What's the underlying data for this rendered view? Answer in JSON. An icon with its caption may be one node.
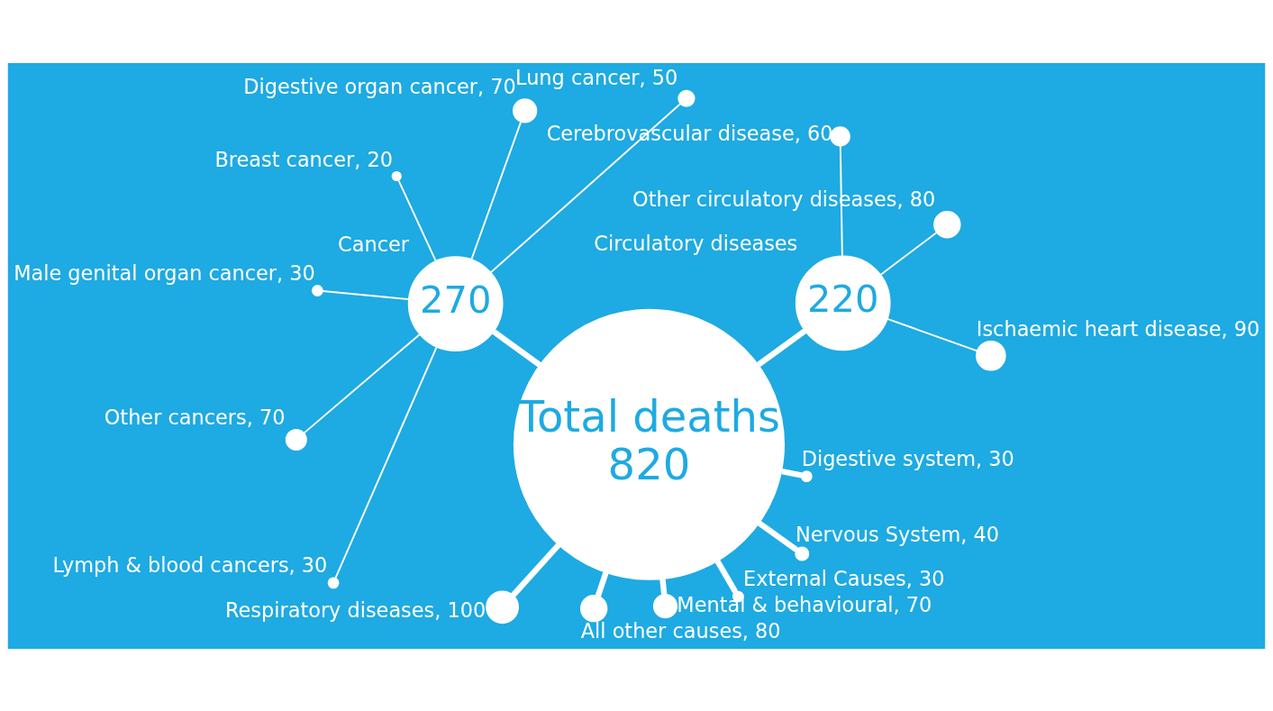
{
  "diagram": {
    "nodes": [
      {
        "text": [
          "Total deaths",
          "820"
        ]
      },
      {
        "text": [
          "220"
        ],
        "beside": [
          "Circulatory diseases"
        ]
      },
      {
        "text": [
          "270"
        ],
        "beside": [
          "Cancer"
        ]
      },
      {
        "text": [],
        "shape": "circle",
        "beside": [
          "Respiratory diseases, 100"
        ]
      },
      {
        "text": [],
        "shape": "circle",
        "beside": [
          "All other causes, 80"
        ]
      },
      {
        "text": [],
        "shape": "circle",
        "beside": [
          "Mental & behavioural, 70"
        ]
      },
      {
        "text": [],
        "shape": "circle",
        "beside": [
          "Ischaemic heart disease, 90"
        ]
      },
      {
        "text": [],
        "shape": "circle",
        "beside": [
          "Other circulatory diseases, 80"
        ]
      },
      {
        "text": [],
        "shape": "circle",
        "beside": [
          "Cerebrovascular disease, 60"
        ]
      },
      {
        "text": [],
        "shape": "circle",
        "beside": [
          "Lung cancer, 50"
        ]
      },
      {
        "text": [],
        "shape": "circle",
        "beside": [
          "Digestive organ cancer, 70"
        ]
      },
      {
        "text": [],
        "shape": "circle",
        "beside": [
          "Breast cancer, 20"
        ]
      },
      {
        "text": [],
        "shape": "circle",
        "beside": [
          "Male genital organ cancer, 30"
        ]
      },
      {
        "text": [],
        "shape": "circle",
        "beside": [
          "Other cancers, 70"
        ]
      },
      {
        "text": [],
        "shape": "circle",
        "beside": [
          "Lymph & blood cancers, 30"
        ]
      },
      {
        "text": [],
        "shape": "circle",
        "beside": [
          "External Causes, 30"
        ]
      },
      {
        "text": [],
        "shape": "circle",
        "beside": [
          "Nervous System, 40"
        ]
      },
      {
        "text": [],
        "shape": "circle",
        "beside": [
          "Digestive system, 30"
        ]
      }
    ],
    "edges": [
      {
        "from": 0,
        "to": 1,
        "arrow": "none",
        "style": "thick"
      },
      {
        "from": 0,
        "to": 2,
        "arrow": "none",
        "style": "thick"
      },
      {
        "from": 0,
        "to": 3,
        "arrow": "none",
        "style": "thick"
      },
      {
        "from": 0,
        "to": 4,
        "arrow": "none",
        "style": "thick"
      },
      {
        "from": 0,
        "to": 5,
        "arrow": "none",
        "style": "thick"
      },
      {
        "from": 1,
        "to": 6,
        "arrow": "none"
      },
      {
        "from": 1,
        "to": 7,
        "arrow": "none"
      },
      {
        "from": 1,
        "to": 8,
        "arrow": "none"
      },
      {
        "from": 2,
        "to": 9,
        "arrow": "none"
      },
      {
        "from": 2,
        "to": 10,
        "arrow": "none"
      },
      {
        "from": 2,
        "to": 11,
        "arrow": "none"
      },
      {
        "from": 2,
        "to": 12,
        "arrow": "none"
      },
      {
        "from": 2,
        "to": 13,
        "arrow": "none"
      },
      {
        "from": 2,
        "to": 14,
        "arrow": "none"
      },
      {
        "from": 0,
        "to": 15,
        "arrow": "none",
        "style": "thick"
      },
      {
        "from": 0,
        "to": 16,
        "arrow": "none",
        "style": "thick"
      },
      {
        "from": 0,
        "to": 17,
        "arrow": "none",
        "style": "thick"
      }
    ]
  }
}
